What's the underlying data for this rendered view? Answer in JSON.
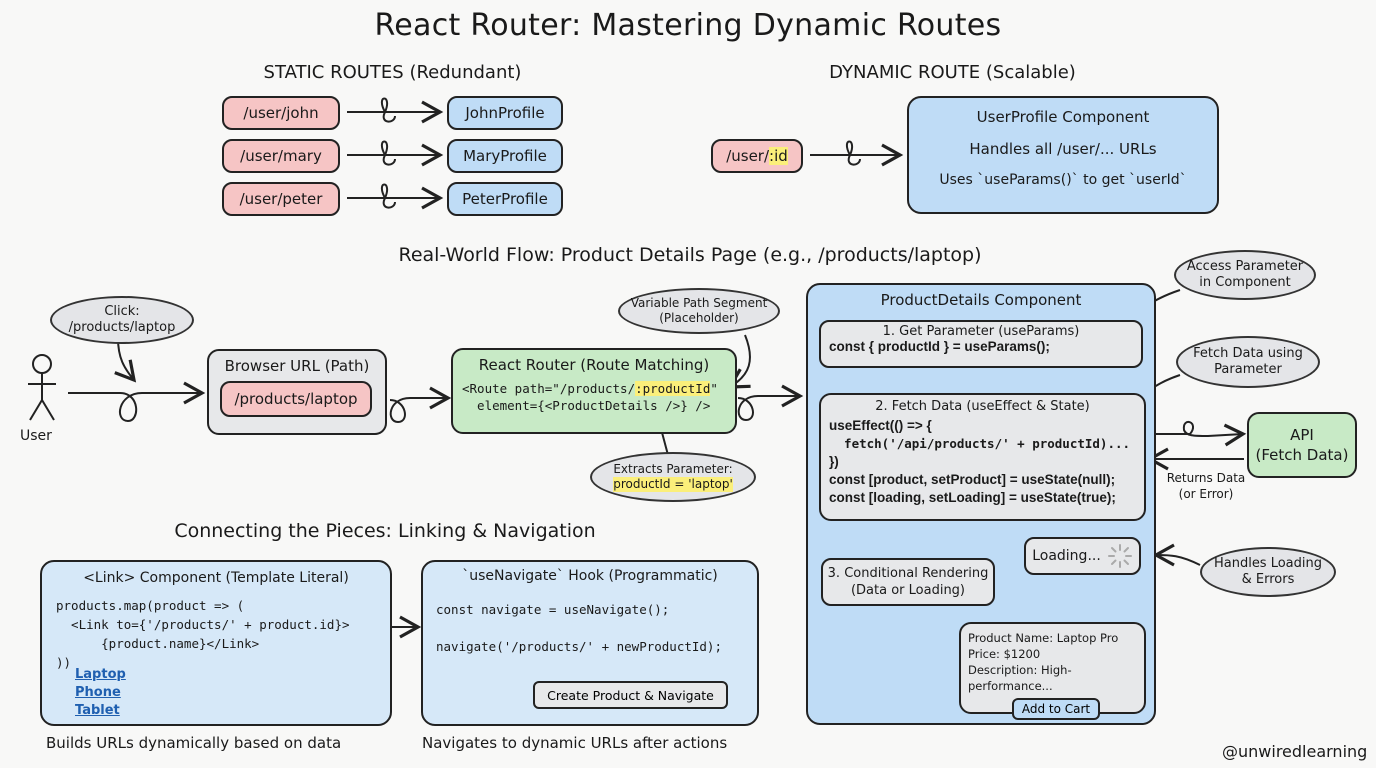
{
  "title": "React Router: Mastering Dynamic Routes",
  "static_routes": {
    "heading": "STATIC ROUTES (Redundant)",
    "rows": [
      {
        "path": "/user/john",
        "component": "JohnProfile"
      },
      {
        "path": "/user/mary",
        "component": "MaryProfile"
      },
      {
        "path": "/user/peter",
        "component": "PeterProfile"
      }
    ]
  },
  "dynamic_route": {
    "heading": "DYNAMIC ROUTE (Scalable)",
    "path_prefix": "/user/",
    "path_param": ":id",
    "component": {
      "title": "UserProfile Component",
      "line1": "Handles all /user/... URLs",
      "line2": "Uses `useParams()` to get `userId`"
    }
  },
  "flow": {
    "heading": "Real-World Flow: Product Details Page (e.g., /products/laptop)",
    "user_label": "User",
    "click_bubble": {
      "line1": "Click:",
      "line2": "/products/laptop"
    },
    "browser": {
      "title": "Browser URL (Path)",
      "url": "/products/laptop"
    },
    "router": {
      "title": "React Router (Route Matching)",
      "code_prefix": "<Route path=\"/products/",
      "code_param": ":productId",
      "code_suffix": "\"",
      "code_line2": "  element={<ProductDetails />} />"
    },
    "variable_bubble": {
      "line1": "Variable Path Segment",
      "line2": "(Placeholder)"
    },
    "extracts_bubble": {
      "line1": "Extracts Parameter:",
      "line2": "productId = 'laptop'"
    },
    "product_details": {
      "title": "ProductDetails Component",
      "step1": {
        "title": "1. Get Parameter (useParams)",
        "code": "const { productId } = useParams();"
      },
      "step2": {
        "title": "2. Fetch Data (useEffect & State)",
        "code": [
          "useEffect(() => {",
          "  fetch('/api/products/' + productId)...",
          "})",
          "const [product, setProduct] = useState(null);",
          "const [loading, setLoading] = useState(true);"
        ]
      },
      "step3": {
        "line1": "3. Conditional Rendering",
        "line2": "(Data or Loading)"
      },
      "loading_label": "Loading...",
      "product_card": {
        "name": "Product Name: Laptop Pro",
        "price": "Price: $1200",
        "description": "Description: High-performance...",
        "button": "Add to Cart"
      }
    },
    "access_bubble": {
      "line1": "Access Parameter",
      "line2": "in Component"
    },
    "fetch_bubble": {
      "line1": "Fetch Data using",
      "line2": "Parameter"
    },
    "api": {
      "line1": "API",
      "line2": "(Fetch Data)"
    },
    "returns_label": {
      "line1": "Returns Data",
      "line2": "(or Error)"
    },
    "handles_bubble": {
      "line1": "Handles Loading",
      "line2": "& Errors"
    }
  },
  "linking": {
    "heading": "Connecting the Pieces: Linking & Navigation",
    "link_box": {
      "title": "<Link> Component (Template Literal)",
      "code": [
        "products.map(product => (",
        "  <Link to={'/products/' + product.id}>",
        "      {product.name}</Link>",
        "))"
      ],
      "links": [
        "Laptop",
        "Phone",
        "Tablet"
      ],
      "caption": "Builds URLs dynamically based on data"
    },
    "navigate_box": {
      "title": "`useNavigate` Hook (Programmatic)",
      "code1": "const navigate = useNavigate();",
      "code2": "navigate('/products/' + newProductId);",
      "button": "Create Product & Navigate",
      "caption": "Navigates to dynamic URLs after actions"
    }
  },
  "watermark": "@unwiredlearning"
}
